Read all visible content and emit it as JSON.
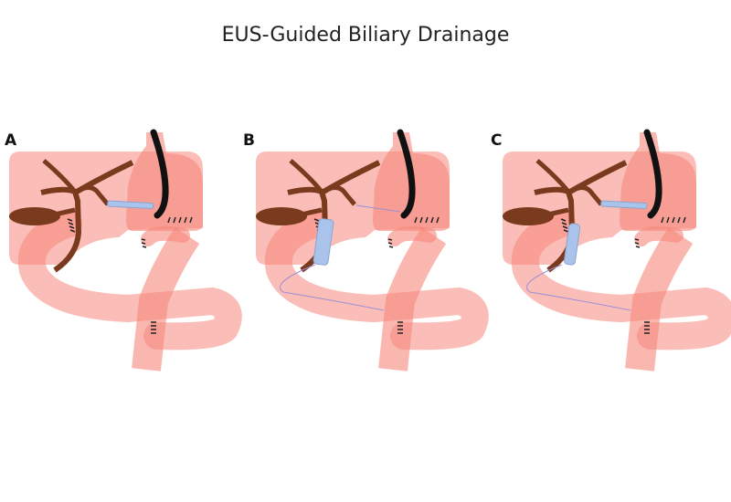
{
  "title": "EUS-Guided Biliary Drainage",
  "panels": [
    {
      "label": "A",
      "stent": "transgastric-hepaticogastrostomy"
    },
    {
      "label": "B",
      "stent": "antegrade-bile-duct"
    },
    {
      "label": "C",
      "stent": "combined"
    }
  ],
  "colors": {
    "organ": "#f7877c",
    "duct": "#7a3a1e",
    "stent": "#a9c3ea",
    "scope": "#111111"
  }
}
